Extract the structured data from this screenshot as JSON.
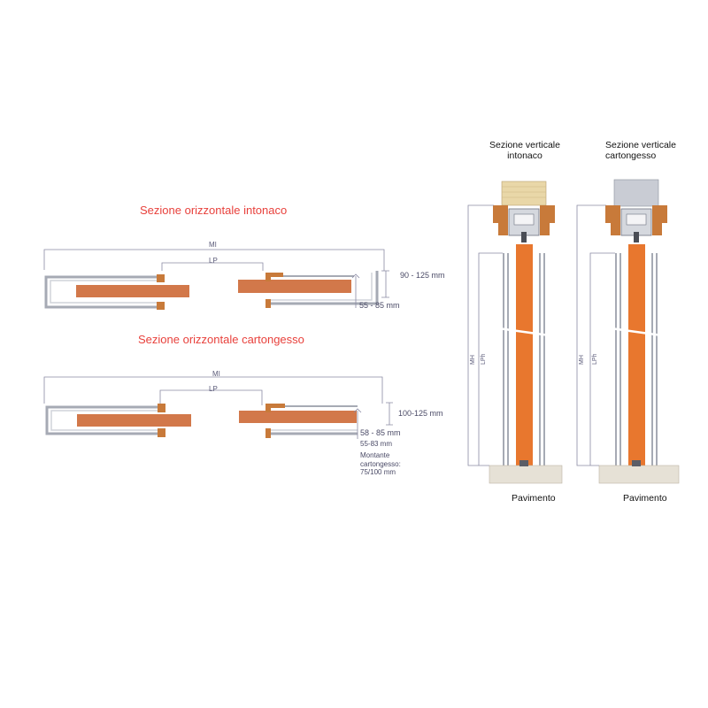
{
  "colors": {
    "wood": "#d2784a",
    "wood_vertical": "#e8772e",
    "frame_wood": "#c87a3a",
    "rail": "#a6aab4",
    "line": "#8a8aa4",
    "plaster": "#e9d7a8",
    "drywall": "#c9ccd4",
    "floor": "#e6e1d6",
    "title_red": "#e8413c"
  },
  "horizontal": {
    "plaster": {
      "title": "Sezione orizzontale intonaco",
      "mi_label": "MI",
      "lp_label": "LP",
      "height_range": "90 - 125 mm",
      "depth_range": "55 - 85 mm"
    },
    "drywall": {
      "title": "Sezione orizzontale cartongesso",
      "mi_label": "MI",
      "lp_label": "LP",
      "height_range": "100-125 mm",
      "depth_range_a": "58 - 85 mm",
      "depth_range_b": "55-83 mm",
      "stud_note": "Montante cartongesso: 75/100 mm"
    }
  },
  "vertical": {
    "plaster": {
      "title": "Sezione verticale intonaco",
      "mh_label": "MH",
      "lh_label": "LPh",
      "floor_label": "Pavimento"
    },
    "drywall": {
      "title": "Sezione verticale cartongesso",
      "mh_label": "MH",
      "lh_label": "LPh",
      "floor_label": "Pavimento"
    }
  }
}
